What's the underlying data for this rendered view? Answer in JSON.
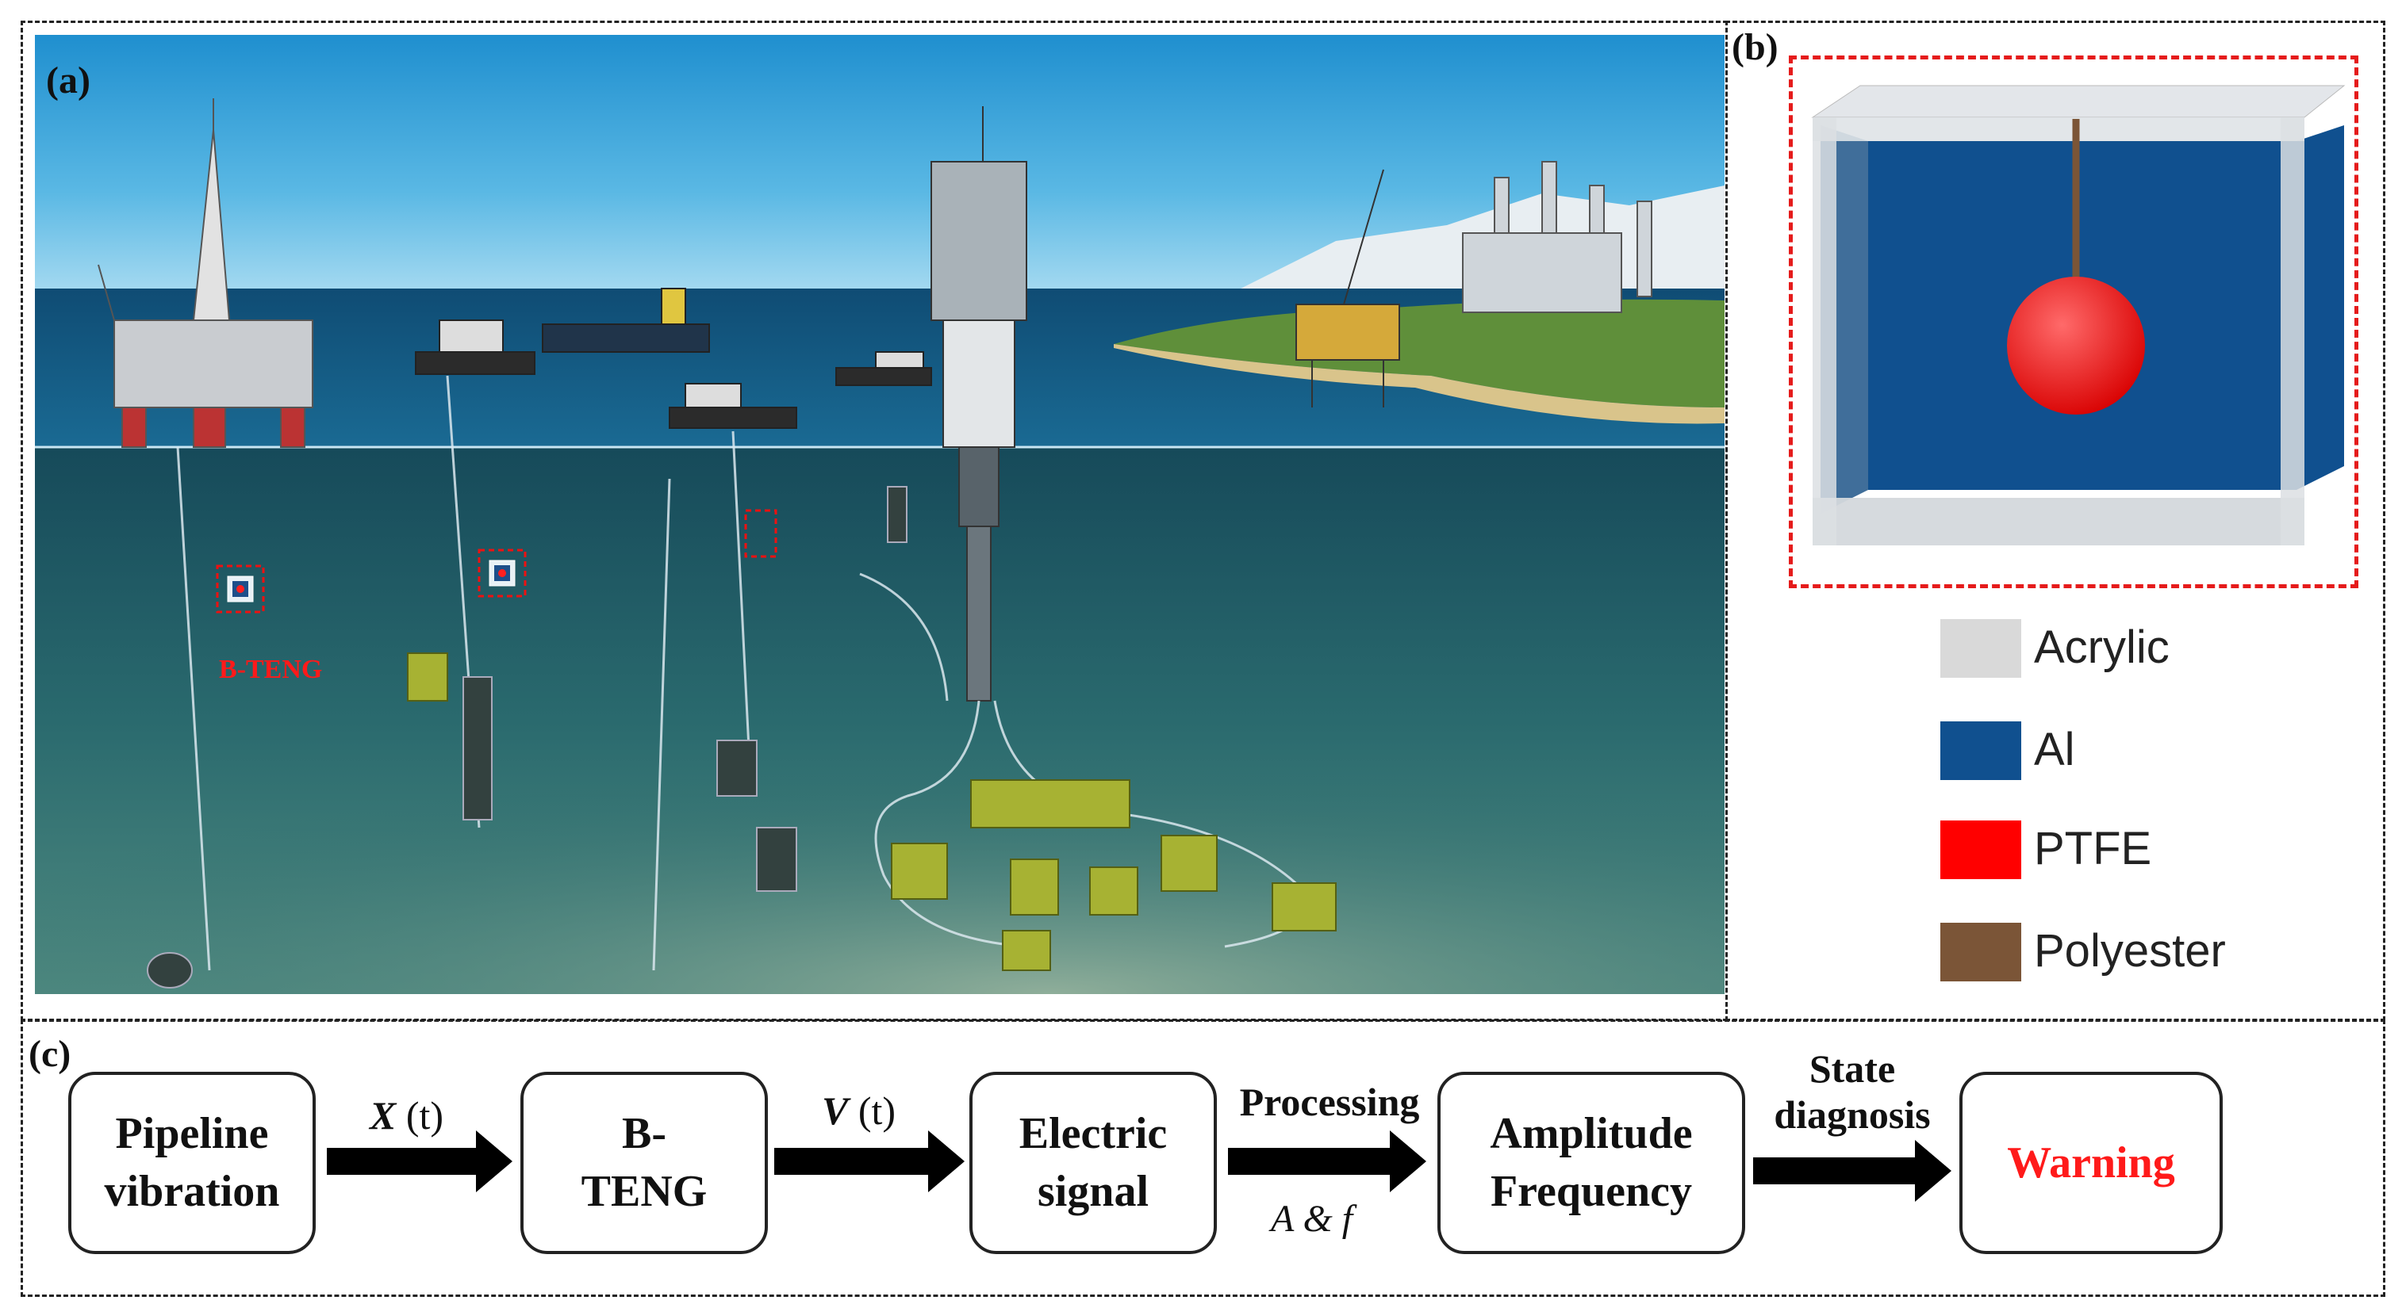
{
  "panel_labels": {
    "a": "(a)",
    "b": "(b)",
    "c": "(c)"
  },
  "scene": {
    "teng_label": "B-TENG"
  },
  "legend": [
    {
      "label": "Acrylic",
      "color": "#d9d9d9"
    },
    {
      "label": "Al",
      "color": "#10508f"
    },
    {
      "label": "PTFE",
      "color": "#ff0000"
    },
    {
      "label": "Polyester",
      "color": "#7b5537"
    }
  ],
  "flow": {
    "boxes": [
      {
        "text": "Pipeline\nvibration"
      },
      {
        "text": "B-\nTENG"
      },
      {
        "text": "Electric\nsignal"
      },
      {
        "text": "Amplitude\nFrequency"
      },
      {
        "text": "Warning"
      }
    ],
    "arrow1": {
      "var": "X",
      "arg": "(t)"
    },
    "arrow2": {
      "var": "V",
      "arg": "(t)"
    },
    "arrow3": {
      "label": "Processing",
      "sub": "A & f"
    },
    "arrow4": {
      "label": "State\ndiagnosis"
    }
  },
  "colors": {
    "warning": "#ff0000",
    "teng_marker": "#ff0000",
    "sea_deep": "#1f5560",
    "sky": "#2f9fd6"
  }
}
